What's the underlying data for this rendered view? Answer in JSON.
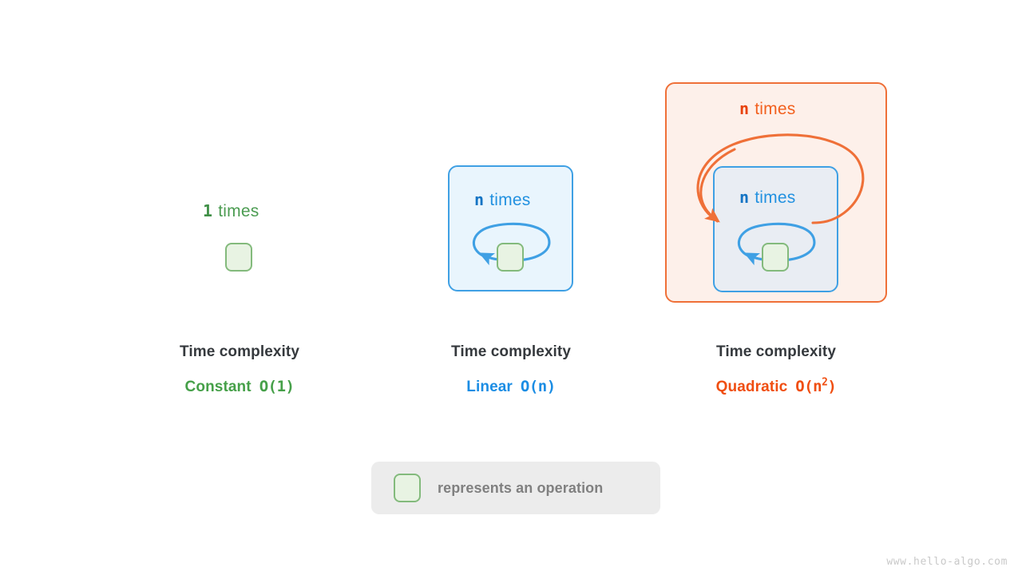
{
  "diagram": {
    "title_note": "Time complexity comparison diagram",
    "columns": [
      {
        "id": "constant",
        "times_count": "1",
        "times_word": "times",
        "caption_title": "Time complexity",
        "caption_name": "Constant",
        "caption_bigo": "O(1)",
        "accent_color": "#46a049"
      },
      {
        "id": "linear",
        "times_count": "n",
        "times_word": "times",
        "caption_title": "Time complexity",
        "caption_name": "Linear",
        "caption_bigo": "O(n)",
        "accent_color": "#1b8de4"
      },
      {
        "id": "quadratic",
        "outer_times_count": "n",
        "outer_times_word": "times",
        "inner_times_count": "n",
        "inner_times_word": "times",
        "caption_title": "Time complexity",
        "caption_name": "Quadratic",
        "caption_bigo_base": "O(n",
        "caption_bigo_exp": "2",
        "caption_bigo_tail": ")",
        "accent_color": "#f04e11"
      }
    ],
    "legend": {
      "text": "represents an operation",
      "swatch_fill": "#e8f3e3",
      "swatch_border": "#83ba7c",
      "background": "#ececec"
    },
    "watermark": "www.hello-algo.com",
    "colors": {
      "green_fill": "#e8f3e3",
      "green_border": "#83ba7c",
      "blue_fill": "#e9f5fd",
      "blue_fill_nested": "#e9edf3",
      "blue_border": "#3fa0e4",
      "orange_fill": "#fdf0ea",
      "orange_border": "#ef7038",
      "caption_title_color": "#35393d",
      "legend_text_color": "#808080",
      "watermark_color": "#c9c9c9"
    }
  }
}
